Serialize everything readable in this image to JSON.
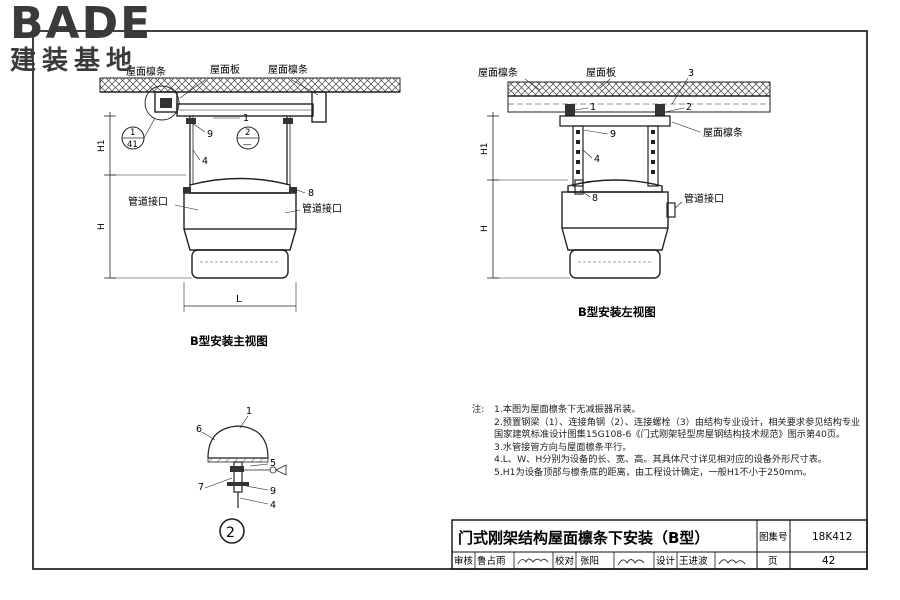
{
  "logo": {
    "brand": "BADE",
    "subtitle": "建装基地"
  },
  "main_view": {
    "caption": "B型安装主视图",
    "labels": {
      "roof_purlin": "屋面檩条",
      "roof_panel": "屋面板",
      "pipe_port_left": "管道接口",
      "pipe_port_right": "管道接口",
      "dim_h1": "H1",
      "dim_h": "H",
      "dim_l": "L",
      "callout_1": "1",
      "callout_4": "4",
      "callout_8": "8",
      "callout_9": "9",
      "detail_ref_num": "1",
      "detail_ref_sheet": "41",
      "detail_2_num": "2",
      "detail_2_sheet": "—"
    }
  },
  "left_view": {
    "caption": "B型安装左视图",
    "labels": {
      "roof_purlin_top": "屋面檩条",
      "roof_panel": "屋面板",
      "roof_purlin_side": "屋面檩条",
      "pipe_port": "管道接口",
      "dim_h1": "H1",
      "dim_h": "H",
      "callout_1": "1",
      "callout_2": "2",
      "callout_3": "3",
      "callout_4": "4",
      "callout_8": "8",
      "callout_9": "9"
    }
  },
  "detail2": {
    "circle_label": "2",
    "callouts": [
      "1",
      "6",
      "7",
      "5",
      "9",
      "4"
    ]
  },
  "notes": {
    "prefix": "注:",
    "items": [
      "1.本图为屋面檩条下无减振器吊装。",
      "2.预置钢梁（1）、连接角钢（2）、连接螺栓（3）由结构专业设计，相关要求参见结构专业国家建筑标准设计图集15G108-6《门式刚架轻型房屋钢结构技术规范》图示第40页。",
      "3.水管接管方向与屋面檩条平行。",
      "4.L、W、H分别为设备的长、宽、高。其具体尺寸详见相对应的设备外形尺寸表。",
      "5.H1为设备顶部与檩条底的距离，由工程设计确定，一般H1不小于250mm。"
    ]
  },
  "title_block": {
    "title": "门式刚架结构屋面檩条下安装（B型）",
    "atlas_label": "图集号",
    "atlas_no": "18K412",
    "page_label": "页",
    "page_no": "42",
    "review_label": "审核",
    "reviewer": "鲁占雨",
    "check_label": "校对",
    "checker": "张阳",
    "design_label": "设计",
    "designer": "王进波"
  }
}
